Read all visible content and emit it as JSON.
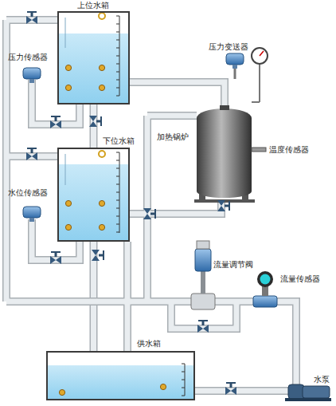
{
  "diagram": {
    "nodes": [
      {
        "text": [
          "上位水箱"
        ]
      },
      {
        "text": [
          "下位水箱"
        ]
      },
      {
        "text": [
          "加热锅炉"
        ]
      },
      {
        "text": [
          "供水箱"
        ]
      }
    ],
    "edges": [
      {
        "from": 0,
        "to": 1,
        "arrow": "none"
      },
      {
        "from": 1,
        "to": 3,
        "arrow": "none"
      }
    ],
    "labels": [
      "压力传感器",
      "水位传感器",
      "压力变送器",
      "温度传感器",
      "流量调节阀",
      "流量传感器",
      "水泵"
    ]
  }
}
